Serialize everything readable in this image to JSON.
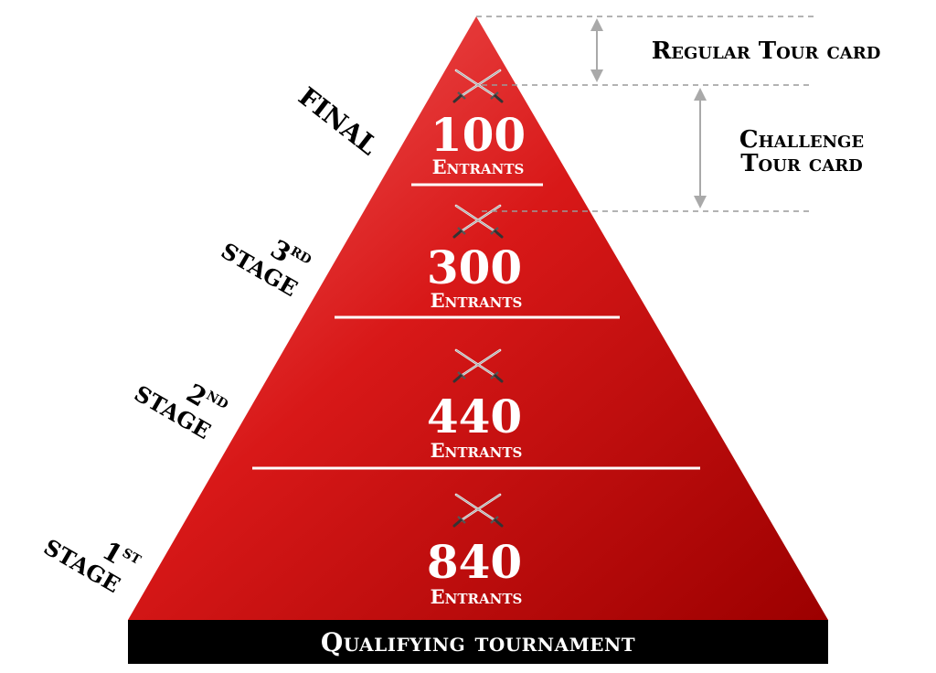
{
  "stages": [
    {
      "id": "final",
      "name": "FINAL",
      "name_line2": "",
      "sup": "",
      "count": "100",
      "unit": "Entrants"
    },
    {
      "id": "third",
      "name": "3",
      "name_line2": "STAGE",
      "sup": "RD",
      "count": "300",
      "unit": "Entrants"
    },
    {
      "id": "second",
      "name": "2",
      "name_line2": "STAGE",
      "sup": "ND",
      "count": "440",
      "unit": "Entrants"
    },
    {
      "id": "first",
      "name": "1",
      "name_line2": "STAGE",
      "sup": "ST",
      "count": "840",
      "unit": "Entrants"
    }
  ],
  "base_label": "Qualifying tournament",
  "cards": {
    "regular": "Regular Tour card",
    "challenge_line1": "Challenge",
    "challenge_line2": "Tour card"
  },
  "colors": {
    "pyramid_light": "#f04a4a",
    "pyramid_mid": "#d71a1a",
    "pyramid_dark": "#a30000",
    "base_bar": "#000000",
    "arrow": "#a9a9a9",
    "dashed": "#9a9a9a",
    "text_light": "#ffffff",
    "text_dark": "#000000"
  },
  "icons": {
    "stage_icon": "crossed-swords-icon"
  }
}
